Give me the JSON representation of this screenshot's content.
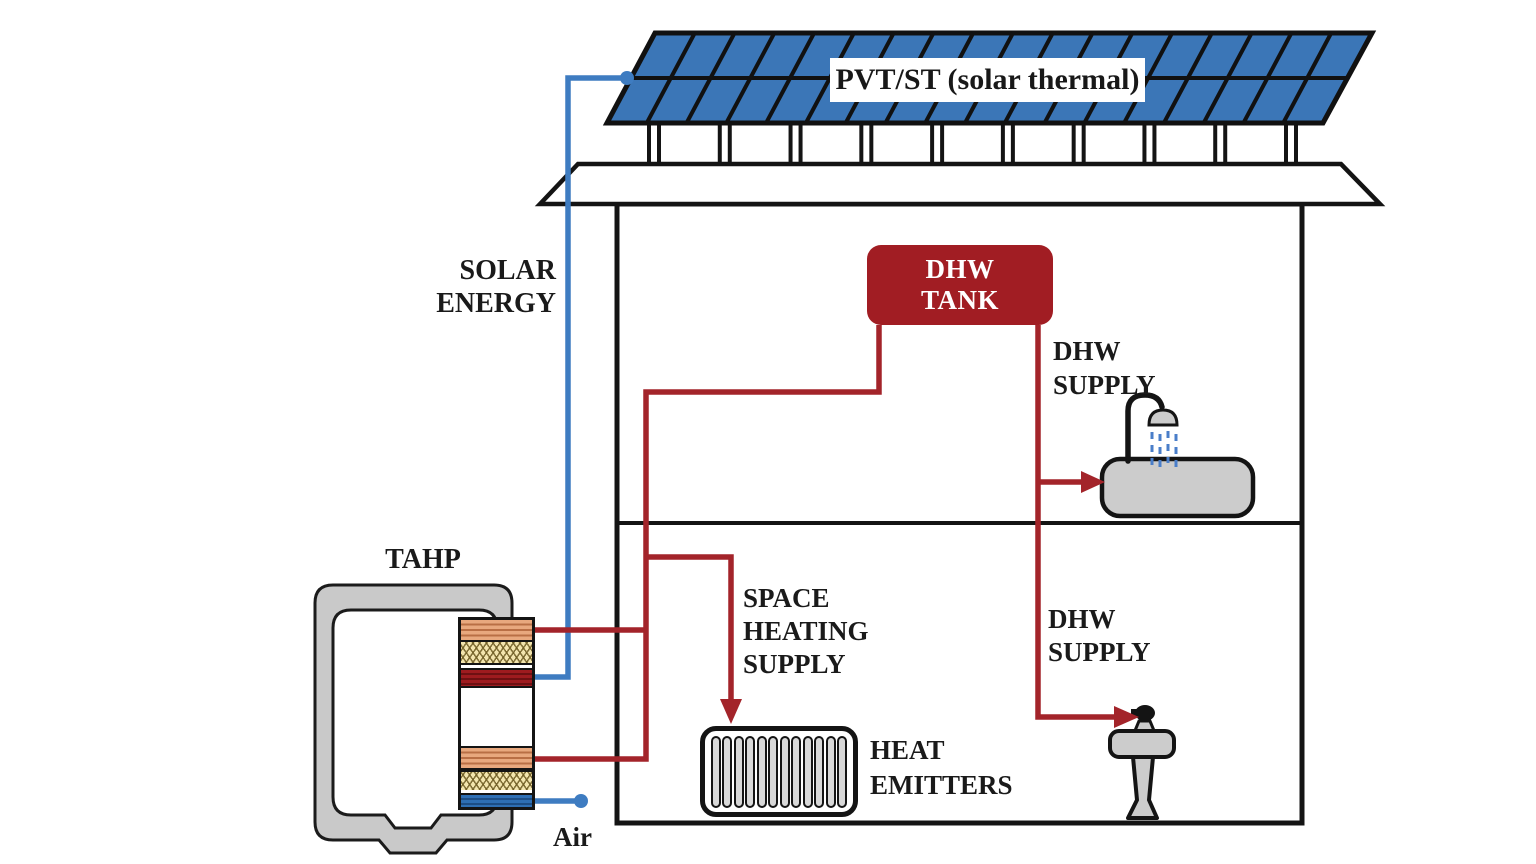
{
  "labels": {
    "solar_array": "PVT/ST (solar thermal)",
    "solar_energy": {
      "line1": "SOLAR",
      "line2": "ENERGY"
    },
    "tahp": "TAHP",
    "air": "Air",
    "dhw_tank": {
      "line1": "DHW",
      "line2": "TANK"
    },
    "dhw_supply_upper": {
      "line1": "DHW",
      "line2": "SUPPLY"
    },
    "dhw_supply_lower": {
      "line1": "DHW",
      "line2": "SUPPLY"
    },
    "space_heating_supply": {
      "line1": "SPACE",
      "line2": "HEATING",
      "line3": "SUPPLY"
    },
    "heat_emitters": {
      "line1": "HEAT",
      "line2": "EMITTERS"
    }
  },
  "colors": {
    "panel_blue": "#3B76B7",
    "pipe_red": "#A3242A",
    "pipe_blue": "#3E7CC1",
    "tank_red": "#A11D23",
    "loop_gray": "#C9C9C9",
    "fixture_gray": "#CCCCCC",
    "outline_black": "#141414",
    "water_drop_blue": "#4A7EC9"
  },
  "geometry": {
    "panel_columns": 18,
    "panel_rows": 2,
    "panel_supports": 10,
    "radiator_bars": 12
  }
}
